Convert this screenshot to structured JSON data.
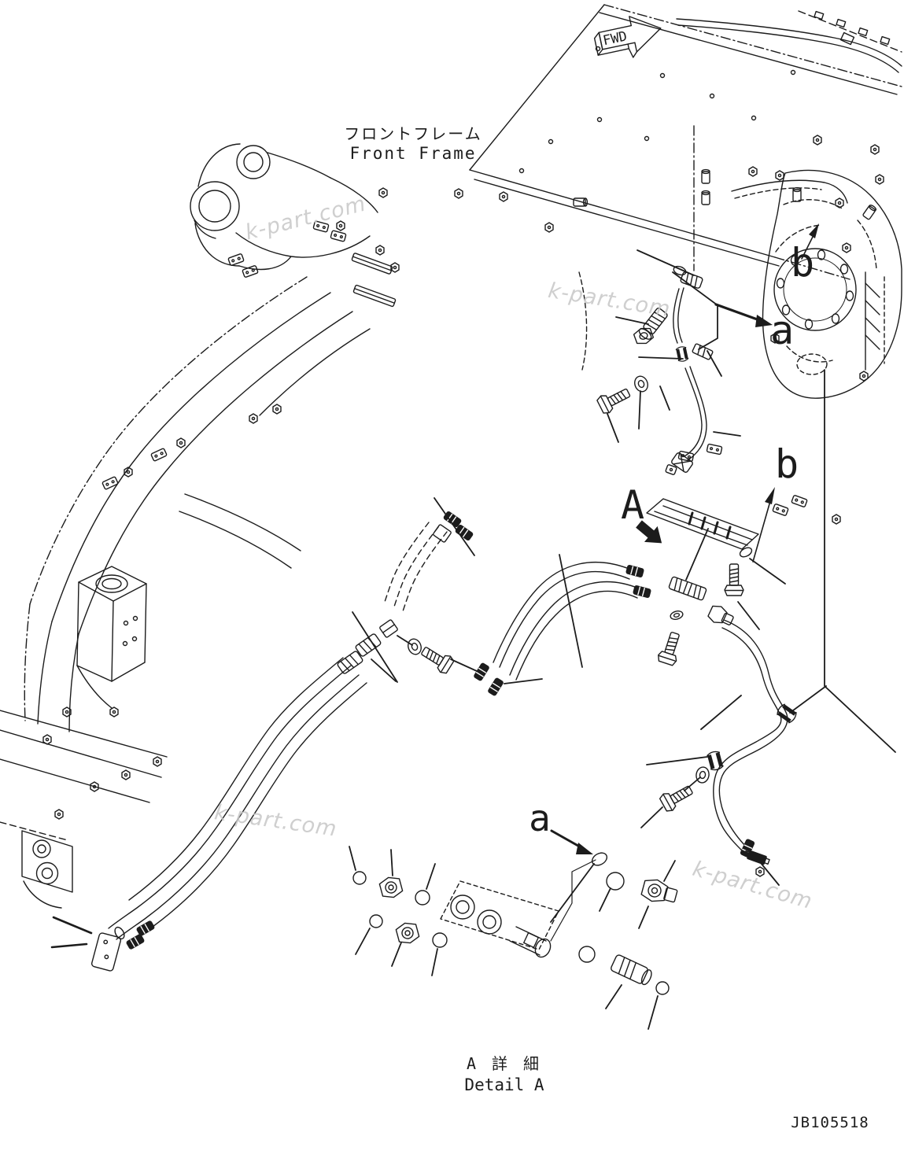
{
  "page": {
    "background": "#ffffff",
    "line_color": "#1c1c1c",
    "watermark_color": "#c7c7c7"
  },
  "header": {
    "title_jp": "フロントフレーム",
    "title_en": "Front Frame"
  },
  "direction_indicator": {
    "label": "FWD"
  },
  "labels": {
    "detail_marker": "A",
    "view_a_upper": "a",
    "view_b_upper": "b",
    "view_b_middle": "b",
    "view_a_lower": "a"
  },
  "watermarks": [
    {
      "text": "k-part.com"
    },
    {
      "text": "k-part.com"
    },
    {
      "text": "k-part.com"
    },
    {
      "text": "k-part.com"
    }
  ],
  "footer": {
    "detail_caption_jp": "A 詳 細",
    "detail_caption_en": "Detail A",
    "drawing_number": "JB105518"
  }
}
